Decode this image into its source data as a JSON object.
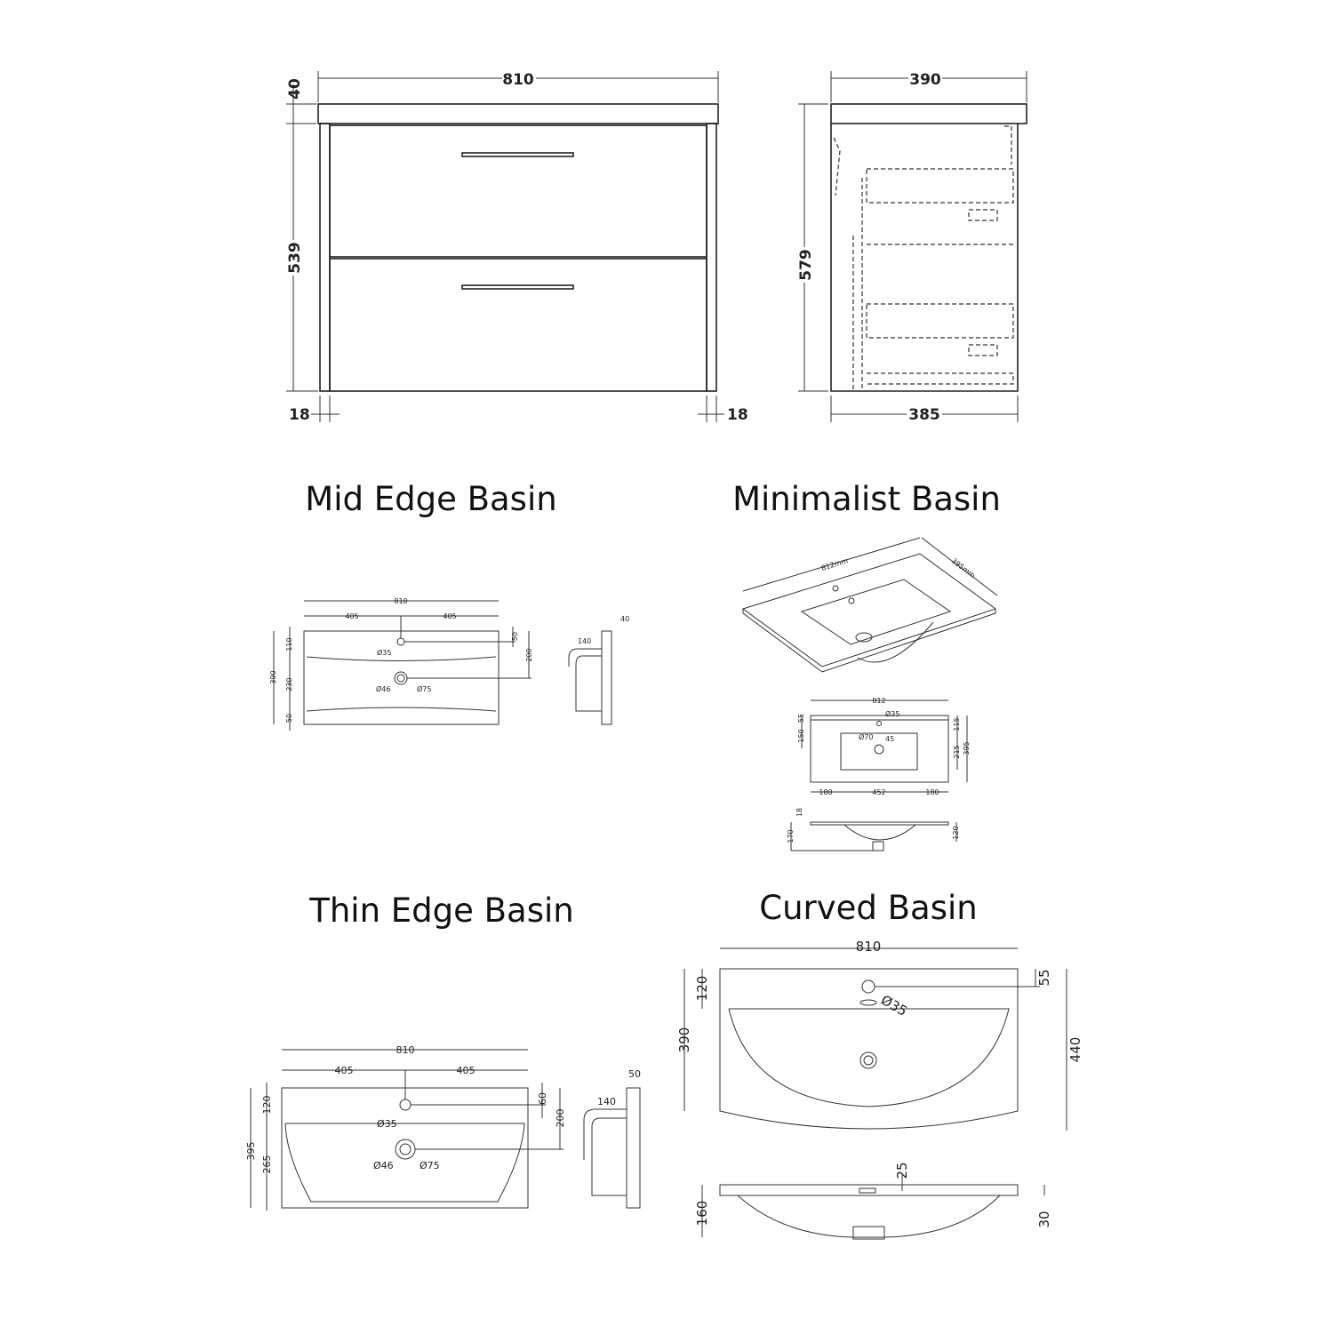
{
  "titles": {
    "mid_edge": "Mid Edge Basin",
    "minimalist": "Minimalist Basin",
    "thin_edge": "Thin Edge Basin",
    "curved": "Curved Basin"
  },
  "unit_front": {
    "width": "810",
    "top": "40",
    "height": "539",
    "leg_left": "18",
    "leg_right": "18"
  },
  "unit_side": {
    "top_depth": "390",
    "height": "579",
    "body_depth": "385"
  },
  "mid_edge": {
    "width": "810",
    "half_left": "405",
    "half_right": "405",
    "front": "110",
    "depth": "390",
    "bowl": "230",
    "back": "50",
    "tap_offset": "50",
    "waste_offset": "200",
    "tap_hole": "Ø35",
    "waste": "Ø46",
    "waste_outer": "Ø75",
    "side_depth": "140",
    "side_thickness": "40"
  },
  "minimalist": {
    "iso_width": "812mm",
    "iso_depth": "395mm",
    "width": "812",
    "front": "55",
    "to_bowl": "150",
    "tap_hole": "Ø35",
    "waste": "Ø70",
    "waste_offset": "45",
    "right_top": "115",
    "bowl_depth": "215",
    "depth": "395",
    "left": "180",
    "bowl_width": "452",
    "right": "180",
    "thickness": "18",
    "total_height": "170",
    "bowl_height": "120"
  },
  "thin_edge": {
    "width": "810",
    "half_left": "405",
    "half_right": "405",
    "front": "120",
    "depth": "395",
    "bowl": "265",
    "tap_offset": "60",
    "waste_offset": "200",
    "tap_hole": "Ø35",
    "waste": "Ø46",
    "waste_outer": "Ø75",
    "side_depth": "140",
    "side_thickness": "50"
  },
  "curved": {
    "width": "810",
    "front": "120",
    "depth": "390",
    "tap_offset": "55",
    "tap_hole": "Ø35",
    "total_depth": "440",
    "rim": "25",
    "height": "160",
    "thickness": "30"
  }
}
